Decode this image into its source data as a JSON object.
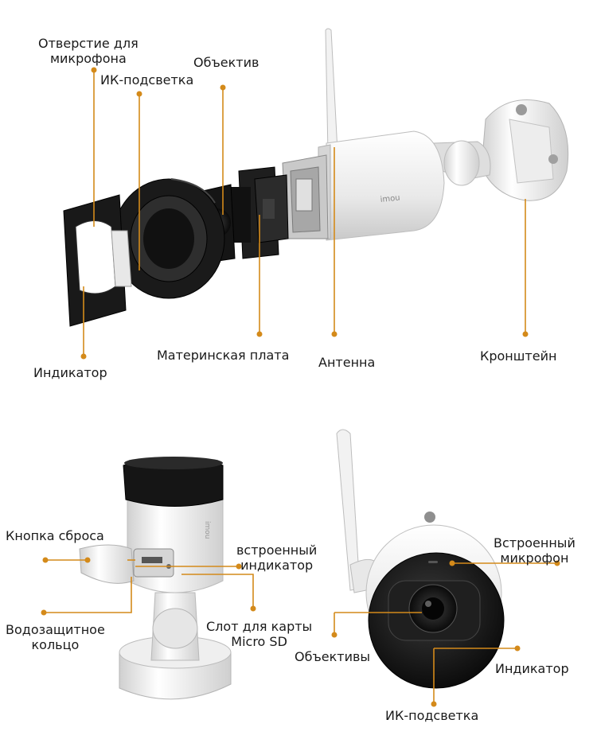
{
  "accent_color": "#d48a1a",
  "top_diagram": {
    "brand": "imou",
    "labels": {
      "mic_hole": [
        "Отверстие для",
        "микрофона"
      ],
      "ir_light": "ИК-подсветка",
      "lens": "Объектив",
      "indicator": "Индикатор",
      "motherboard": "Материнская плата",
      "antenna": "Антенна",
      "bracket": "Кронштейн"
    }
  },
  "bottom_left": {
    "brand": "imou",
    "labels": {
      "reset_button": "Кнопка сброса",
      "builtin_indicator": [
        "встроенный",
        "индикатор"
      ],
      "waterproof_ring": [
        "Водозащитное",
        "кольцо"
      ],
      "sd_slot": [
        "Слот для карты",
        "Micro SD"
      ]
    }
  },
  "bottom_right": {
    "labels": {
      "builtin_mic": [
        "Встроенный",
        "микрофон"
      ],
      "lenses": "Объективы",
      "indicator": "Индикатор",
      "ir_light": "ИК-подсветка"
    }
  }
}
